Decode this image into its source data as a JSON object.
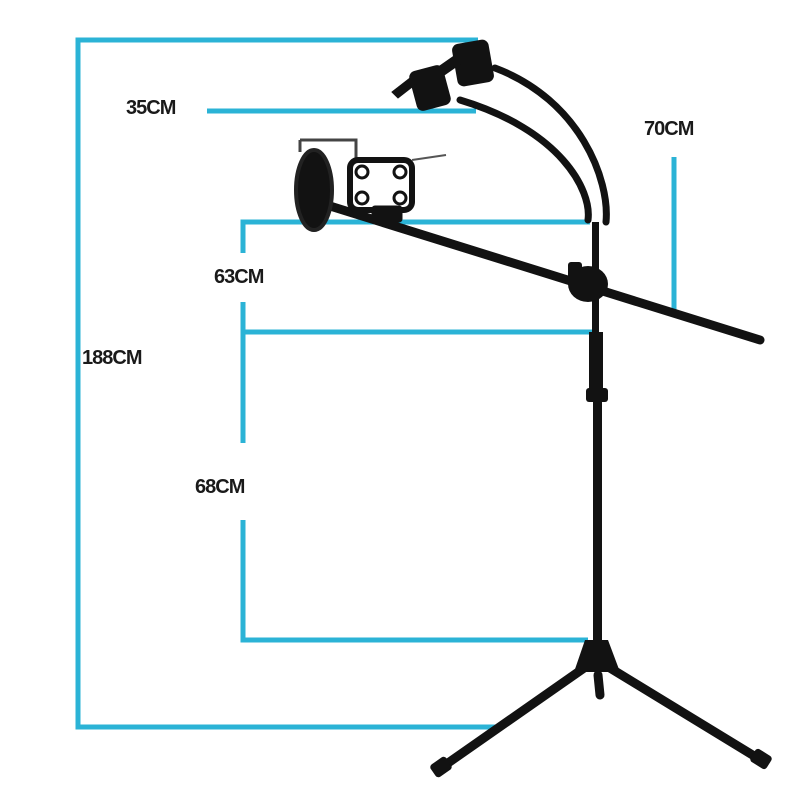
{
  "labels": {
    "total_height": "188CM",
    "gooseneck_length": "35CM",
    "boom_length": "70CM",
    "upper_section": "63CM",
    "lower_section": "68CM"
  },
  "colors": {
    "dimension_line": "#2bb3d6",
    "stand": "#121212",
    "text": "#1a1a1a",
    "background": "#ffffff"
  }
}
